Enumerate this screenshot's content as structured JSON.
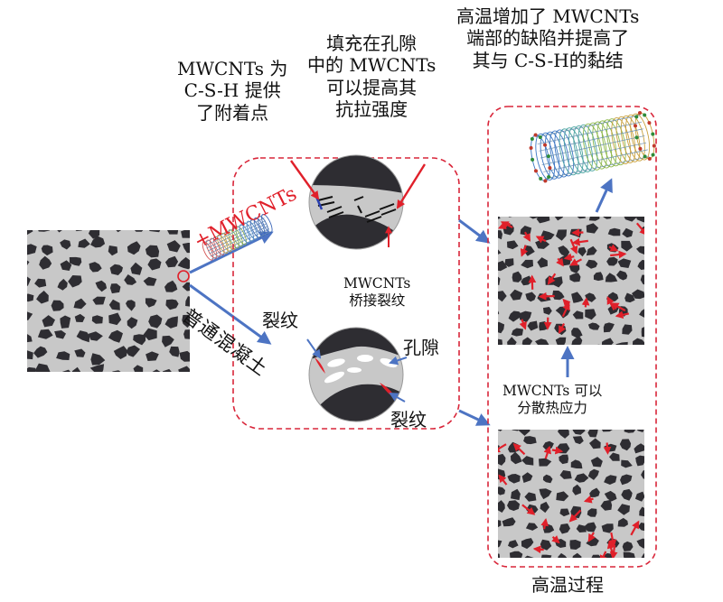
{
  "labels": {
    "anchor_text": "MWCNTs 为\nC-S-H 提供\n了附着点",
    "fill_text": "填充在孔隙\n中的 MWCNTs\n可以提高其\n抗拉强度",
    "hightemp_top": "高温增加了 MWCNTs\n端部的缺陷并提高了\n其与 C-S-H的黏结",
    "bridge_text": "MWCNTs\n桥接裂纹",
    "crack1": "裂纹",
    "pore": "孔隙",
    "crack2": "裂纹",
    "disperse_text": "MWCNTs 可以\n分散热应力",
    "bottom_caption": "高温过程",
    "plus_mwcnts": "+MWCNTs",
    "plain_concrete": "普通混凝土"
  },
  "colors": {
    "aggregate": "#2e2d32",
    "matrix": "#c8c8c8",
    "red": "#e0202a",
    "blue_arrow": "#4d74c3",
    "dash_box": "#d9263a"
  }
}
